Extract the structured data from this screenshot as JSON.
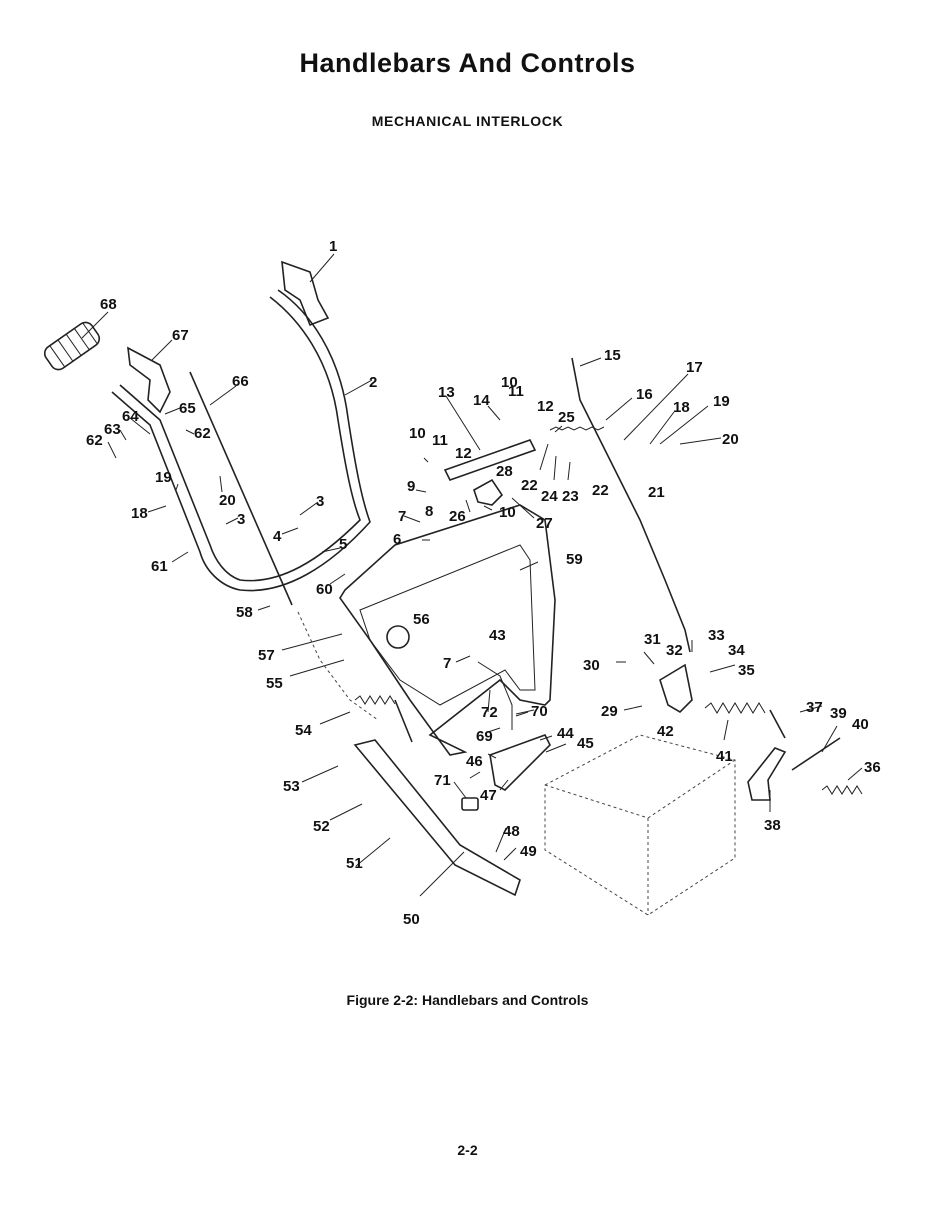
{
  "header": {
    "title": "Handlebars And Controls",
    "subtitle": "MECHANICAL INTERLOCK"
  },
  "figure": {
    "caption": "Figure 2-2: Handlebars and Controls",
    "callouts": [
      {
        "label": "1"
      },
      {
        "label": "2"
      },
      {
        "label": "3"
      },
      {
        "label": "3"
      },
      {
        "label": "4"
      },
      {
        "label": "5"
      },
      {
        "label": "6"
      },
      {
        "label": "7"
      },
      {
        "label": "7"
      },
      {
        "label": "8"
      },
      {
        "label": "9"
      },
      {
        "label": "10"
      },
      {
        "label": "10"
      },
      {
        "label": "10"
      },
      {
        "label": "11"
      },
      {
        "label": "11"
      },
      {
        "label": "12"
      },
      {
        "label": "12"
      },
      {
        "label": "13"
      },
      {
        "label": "14"
      },
      {
        "label": "15"
      },
      {
        "label": "16"
      },
      {
        "label": "17"
      },
      {
        "label": "18"
      },
      {
        "label": "18"
      },
      {
        "label": "19"
      },
      {
        "label": "19"
      },
      {
        "label": "20"
      },
      {
        "label": "20"
      },
      {
        "label": "21"
      },
      {
        "label": "22"
      },
      {
        "label": "22"
      },
      {
        "label": "23"
      },
      {
        "label": "24"
      },
      {
        "label": "25"
      },
      {
        "label": "26"
      },
      {
        "label": "27"
      },
      {
        "label": "28"
      },
      {
        "label": "29"
      },
      {
        "label": "30"
      },
      {
        "label": "31"
      },
      {
        "label": "32"
      },
      {
        "label": "33"
      },
      {
        "label": "34"
      },
      {
        "label": "35"
      },
      {
        "label": "36"
      },
      {
        "label": "37"
      },
      {
        "label": "38"
      },
      {
        "label": "39"
      },
      {
        "label": "40"
      },
      {
        "label": "41"
      },
      {
        "label": "42"
      },
      {
        "label": "43"
      },
      {
        "label": "44"
      },
      {
        "label": "45"
      },
      {
        "label": "46"
      },
      {
        "label": "47"
      },
      {
        "label": "48"
      },
      {
        "label": "49"
      },
      {
        "label": "50"
      },
      {
        "label": "51"
      },
      {
        "label": "52"
      },
      {
        "label": "53"
      },
      {
        "label": "54"
      },
      {
        "label": "55"
      },
      {
        "label": "56"
      },
      {
        "label": "57"
      },
      {
        "label": "58"
      },
      {
        "label": "59"
      },
      {
        "label": "60"
      },
      {
        "label": "61"
      },
      {
        "label": "62"
      },
      {
        "label": "62"
      },
      {
        "label": "63"
      },
      {
        "label": "64"
      },
      {
        "label": "65"
      },
      {
        "label": "66"
      },
      {
        "label": "67"
      },
      {
        "label": "68"
      },
      {
        "label": "69"
      },
      {
        "label": "70"
      },
      {
        "label": "71"
      },
      {
        "label": "72"
      }
    ]
  },
  "footer": {
    "page_number": "2-2"
  }
}
